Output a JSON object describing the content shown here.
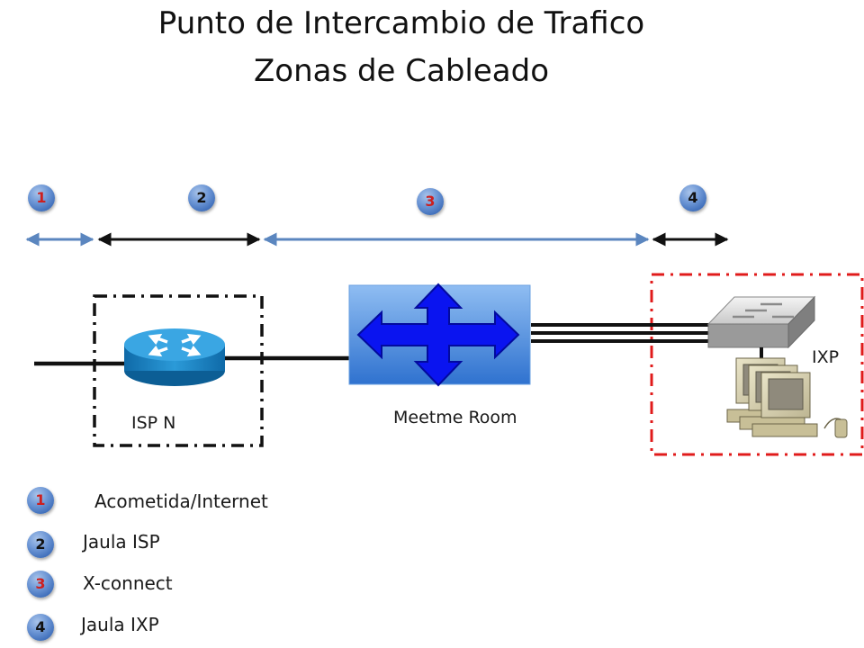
{
  "title": {
    "line1": "Punto de Intercambio de Trafico",
    "line2": "Zonas de Cableado"
  },
  "zones": [
    {
      "number": "1",
      "color": "#cc1f1f"
    },
    {
      "number": "2",
      "color": "#111111"
    },
    {
      "number": "3",
      "color": "#cc1f1f"
    },
    {
      "number": "4",
      "color": "#111111"
    }
  ],
  "devices": {
    "isp": "ISP N",
    "meetme": "Meetme Room",
    "ixp": "IXP"
  },
  "legend": [
    {
      "number": "1",
      "text": "Acometida/Internet",
      "color": "#cc1f1f"
    },
    {
      "number": "2",
      "text": "Jaula ISP",
      "color": "#111111"
    },
    {
      "number": "3",
      "text": "X-connect",
      "color": "#cc1f1f"
    },
    {
      "number": "4",
      "text": "Jaula IXP",
      "color": "#111111"
    }
  ],
  "colors": {
    "isp_cage_border": "#111111",
    "ixp_cage_border": "#e01b1b",
    "zone_arrow_blue": "#5b86bf",
    "zone_arrow_black": "#111111",
    "router_blue": "#1e88c8",
    "meetme_box": "#3a7fd6",
    "meetme_arrows": "#0a14f0"
  },
  "icons": {
    "isp": "router-icon",
    "meetme": "cross-arrows-icon",
    "ixp_switch": "switch-icon",
    "ixp_workstations": "workstation-icon"
  }
}
